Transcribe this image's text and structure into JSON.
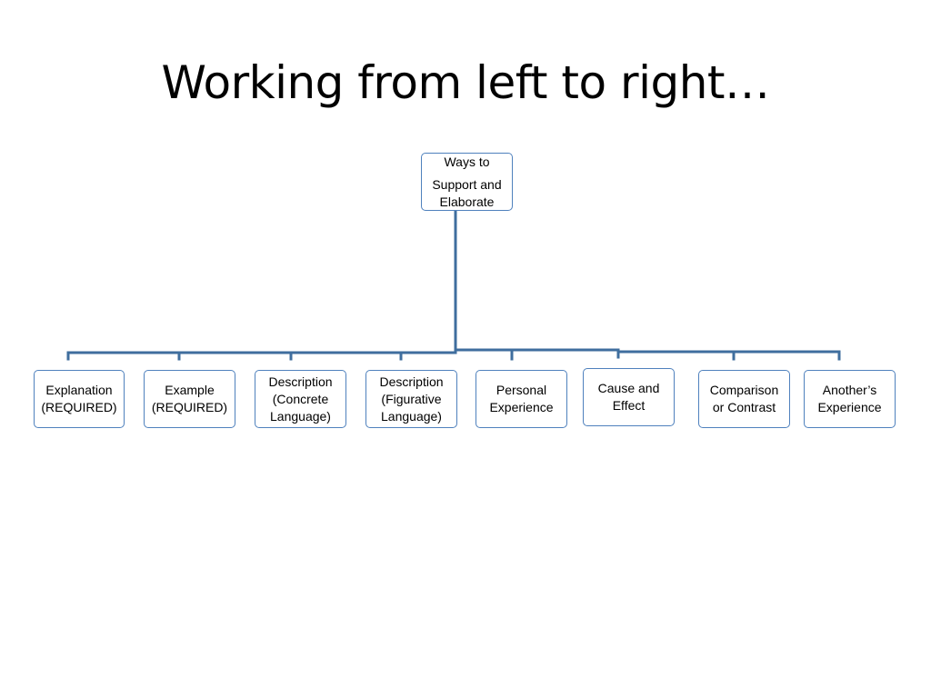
{
  "slide": {
    "title": "Working from left to right…"
  },
  "diagram": {
    "root": {
      "line1": "Ways to",
      "line2": "Support and",
      "line3": "Elaborate"
    },
    "children": [
      {
        "lines": [
          "Explanation",
          "(REQUIRED)"
        ]
      },
      {
        "lines": [
          "Example",
          "(REQUIRED)"
        ]
      },
      {
        "lines": [
          "Description",
          "(Concrete",
          "Language)"
        ]
      },
      {
        "lines": [
          "Description",
          "(Figurative",
          "Language)"
        ]
      },
      {
        "lines": [
          "Personal",
          "Experience"
        ]
      },
      {
        "lines": [
          "Cause and",
          "Effect"
        ]
      },
      {
        "lines": [
          "Comparison",
          "or Contrast"
        ]
      },
      {
        "lines": [
          "Another’s",
          "Experience"
        ]
      }
    ],
    "colors": {
      "connector": "#3f6e9e",
      "node_border": "#4f81bd"
    }
  }
}
